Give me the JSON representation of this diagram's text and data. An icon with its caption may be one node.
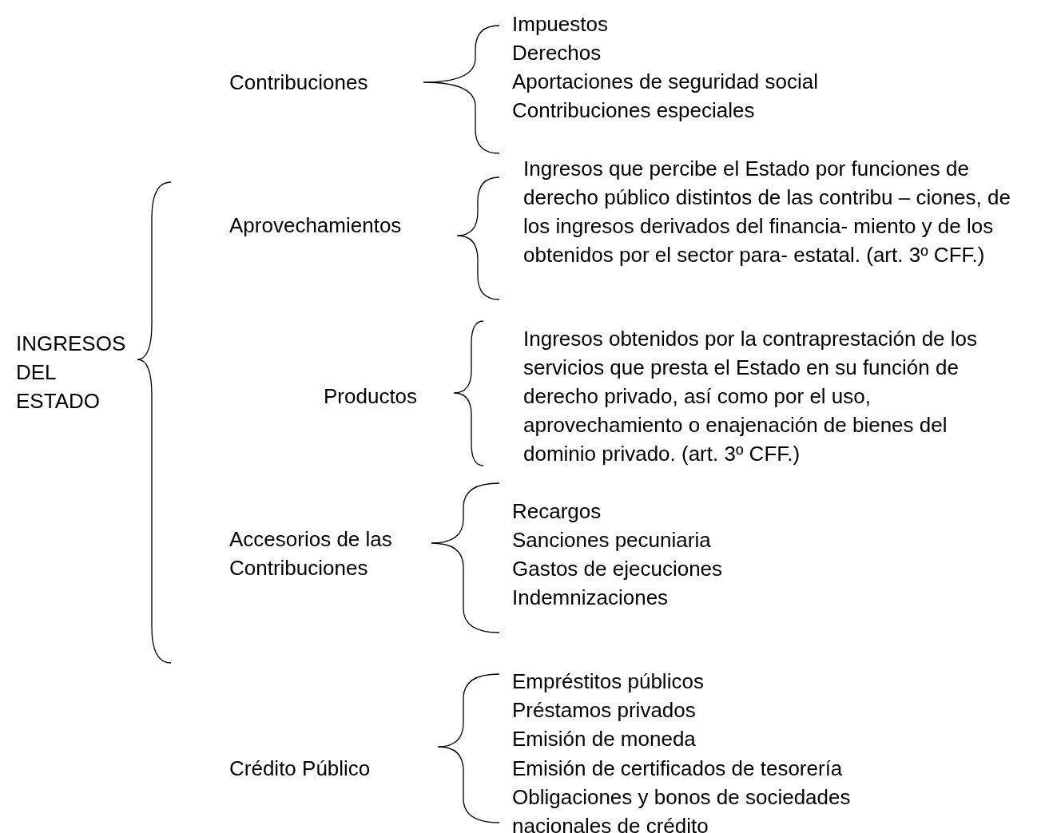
{
  "diagram": {
    "labels": [
      "INGRESOS DEL ESTADO",
      "Contribuciones",
      "Impuestos",
      "Derechos",
      "Aportaciones de seguridad social",
      "Contribuciones especiales",
      "Aprovechamientos",
      "Ingresos que percibe el Estado por funciones de derecho público distintos de las contribu – ciones, de los ingresos derivados del financia- miento y de los obtenidos por el sector para- estatal. (art. 3º CFF.)",
      "Productos",
      "Ingresos obtenidos por la contraprestación de los servicios que presta el Estado en su función de derecho privado, así como por el uso, aprovechamiento o enajenación de bienes del dominio privado. (art. 3º CFF.)",
      "Accesorios de las Contribuciones",
      "Recargos",
      "Sanciones pecuniaria",
      "Gastos de ejecuciones",
      "Indemnizaciones",
      "Crédito Público",
      "Empréstitos públicos",
      "Préstamos privados",
      "Emisión de moneda",
      "Emisión de certificados de tesorería",
      "Obligaciones y bonos de sociedades nacionales de crédito"
    ]
  }
}
